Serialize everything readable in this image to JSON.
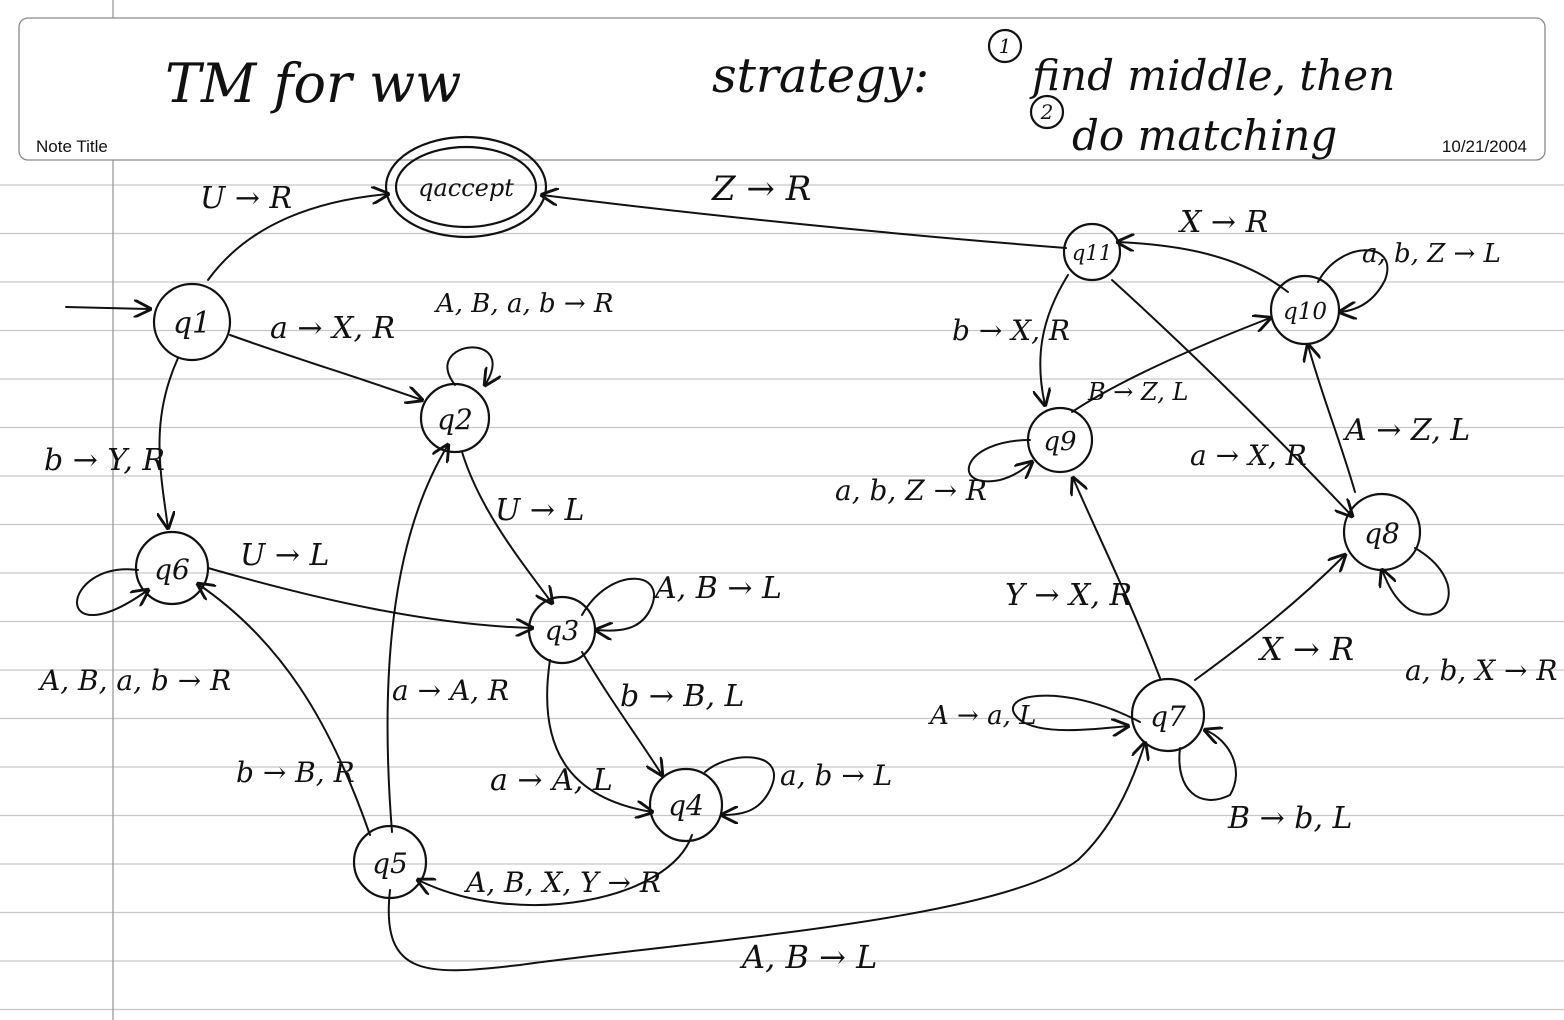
{
  "header": {
    "note_title_label": "Note Title",
    "date": "10/21/2004",
    "title": "TM for ww",
    "strategy_label": "strategy:",
    "step1_num": "1",
    "step1": "find middle, then",
    "step2_num": "2",
    "step2": "do matching"
  },
  "states": [
    {
      "id": "q1",
      "label": "q1"
    },
    {
      "id": "q2",
      "label": "q2"
    },
    {
      "id": "q3",
      "label": "q3"
    },
    {
      "id": "q4",
      "label": "q4"
    },
    {
      "id": "q5",
      "label": "q5"
    },
    {
      "id": "q6",
      "label": "q6"
    },
    {
      "id": "q7",
      "label": "q7"
    },
    {
      "id": "q8",
      "label": "q8"
    },
    {
      "id": "q9",
      "label": "q9"
    },
    {
      "id": "q10",
      "label": "q10"
    },
    {
      "id": "q11",
      "label": "q11"
    },
    {
      "id": "qaccept",
      "label": "qaccept"
    }
  ],
  "transitions": [
    {
      "from": "q1",
      "to": "qaccept",
      "label": "U → R"
    },
    {
      "from": "q1",
      "to": "q2",
      "label": "a → X, R"
    },
    {
      "from": "q1",
      "to": "q6",
      "label": "b → Y, R"
    },
    {
      "from": "q2",
      "to": "q2",
      "label": "A, B, a, b → R"
    },
    {
      "from": "q2",
      "to": "q3",
      "label": "U → L"
    },
    {
      "from": "q6",
      "to": "q6",
      "label": "A, B, a, b → R"
    },
    {
      "from": "q6",
      "to": "q3",
      "label": "U → L"
    },
    {
      "from": "q3",
      "to": "q3",
      "label": "A, B → L"
    },
    {
      "from": "q3",
      "to": "q4",
      "label": "b → B, L"
    },
    {
      "from": "q3",
      "to": "q4",
      "label": "a → A, L"
    },
    {
      "from": "q4",
      "to": "q4",
      "label": "a, b → L"
    },
    {
      "from": "q4",
      "to": "q5",
      "label": "A, B, X, Y → R"
    },
    {
      "from": "q5",
      "to": "q2",
      "label": "a → A, R"
    },
    {
      "from": "q5",
      "to": "q6",
      "label": "b → B, R"
    },
    {
      "from": "q5",
      "to": "q7",
      "label": "A, B → L"
    },
    {
      "from": "q7",
      "to": "q7",
      "label": "A → a, L"
    },
    {
      "from": "q7",
      "to": "q7",
      "label": "B → b, L"
    },
    {
      "from": "q7",
      "to": "q8",
      "label": "X → R"
    },
    {
      "from": "q7",
      "to": "q9",
      "label": "Y → X, R"
    },
    {
      "from": "q8",
      "to": "q8",
      "label": "a, b, X → R"
    },
    {
      "from": "q8",
      "to": "q10",
      "label": "A → Z, L"
    },
    {
      "from": "q11",
      "to": "q8",
      "label": "a → X, R"
    },
    {
      "from": "q9",
      "to": "q9",
      "label": "a, b, Z → R"
    },
    {
      "from": "q9",
      "to": "q10",
      "label": "B → Z, L"
    },
    {
      "from": "q11",
      "to": "q9",
      "label": "b → X, R"
    },
    {
      "from": "q10",
      "to": "q10",
      "label": "a, b, Z → L"
    },
    {
      "from": "q10",
      "to": "q11",
      "label": "X → R"
    },
    {
      "from": "q11",
      "to": "qaccept",
      "label": "Z → R"
    }
  ]
}
